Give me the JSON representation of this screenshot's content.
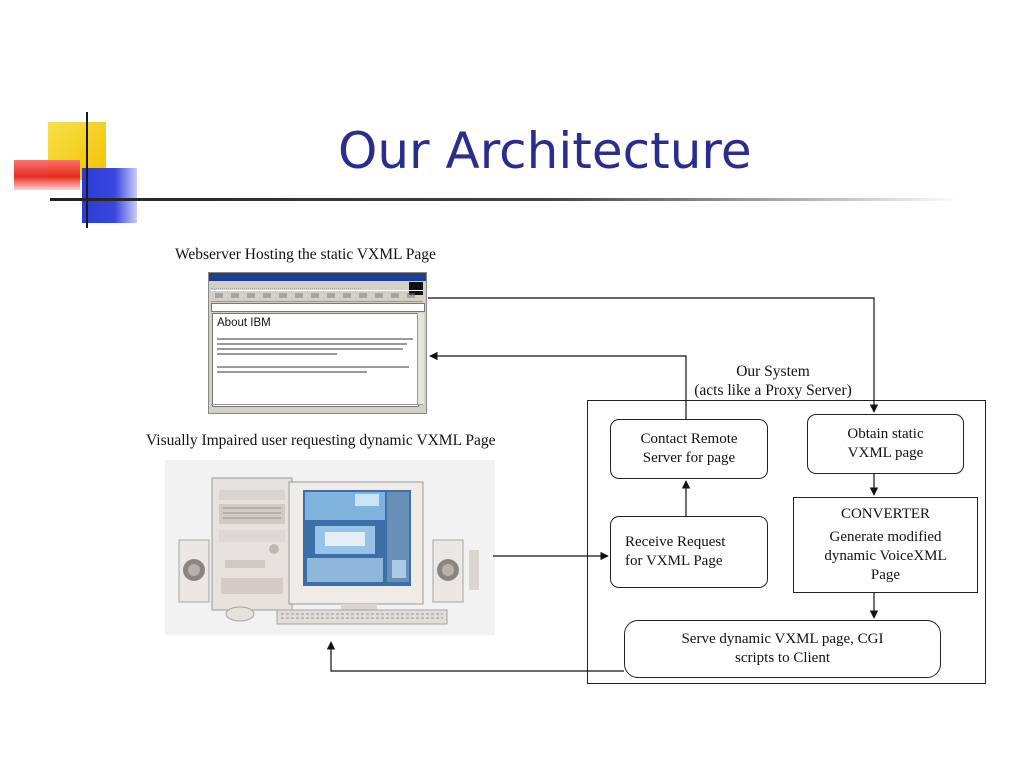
{
  "slide": {
    "title": "Our Architecture",
    "accent_colors": {
      "title": "#2b2d8e",
      "yellow": "#f5d50f",
      "red": "#e2231a",
      "blue": "#2c3ad6"
    }
  },
  "diagram": {
    "webserver_caption": "Webserver Hosting the static VXML Page",
    "browser_page_heading": "About IBM",
    "user_caption": "Visually Impaired user requesting dynamic VXML Page",
    "system_label_line1": "Our System",
    "system_label_line2": "(acts like a Proxy Server)",
    "boxes": {
      "contact_remote": [
        "Contact Remote",
        "Server for page"
      ],
      "obtain_static": [
        "Obtain static",
        "VXML page"
      ],
      "receive_request": [
        "Receive Request",
        "for VXML Page"
      ],
      "converter_title": "CONVERTER",
      "converter_body": [
        "Generate modified",
        "dynamic VoiceXML",
        "Page"
      ],
      "serve_dynamic": [
        "Serve dynamic VXML page, CGI",
        "scripts to Client"
      ]
    }
  }
}
